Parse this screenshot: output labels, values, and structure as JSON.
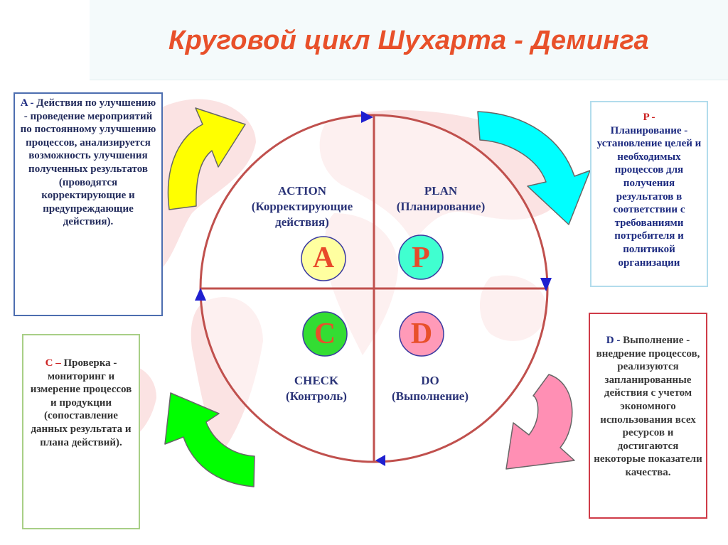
{
  "title": "Круговой цикл Шухарта - Деминга",
  "colors": {
    "title": "#e8502a",
    "circle": "#c0504d",
    "arrowhead": "#1f20d0",
    "arrow_a": "#ffff00",
    "arrow_p": "#00ffff",
    "arrow_c": "#00ff00",
    "arrow_d": "#ff8fb4",
    "badge_a": "#ffffa0",
    "badge_p": "#40ffd0",
    "badge_c": "#33dd33",
    "badge_d": "#ff9ab8",
    "badge_stroke": "#3a3aa0"
  },
  "quadrants": {
    "action": {
      "line1": "ACTION",
      "line2": "(Корректирующие",
      "line3": "действия)",
      "letter": "A"
    },
    "plan": {
      "line1": "PLAN",
      "line2": "(Планирование)",
      "letter": "P"
    },
    "check": {
      "line1": "CHECK",
      "line2": "(Контроль)",
      "letter": "C"
    },
    "do": {
      "line1": "DO",
      "line2": "(Выполнение)",
      "letter": "D"
    }
  },
  "notes": {
    "a": {
      "key": "A -",
      "text": "Действия по улучшению - проведение мероприятий по постоянному улучшению процессов, анализируется возможность улучшения полученных результатов (проводятся корректирующие и предупреждающие действия)."
    },
    "p": {
      "key": "P -",
      "text": "Планирование - установление целей и необходимых процессов для получения результатов в соответствии с требованиями потребителя и политикой организации"
    },
    "c": {
      "key": "C –",
      "text": "Проверка - мониторинг и измерение процессов и продукции (сопоставление данных результата и плана действий)."
    },
    "d": {
      "key": "D -",
      "text": "Выполнение - внедрение процессов, реализуются запланированные действия с учетом экономного использования всех ресурсов и достигаются некоторые показатели качества."
    }
  }
}
